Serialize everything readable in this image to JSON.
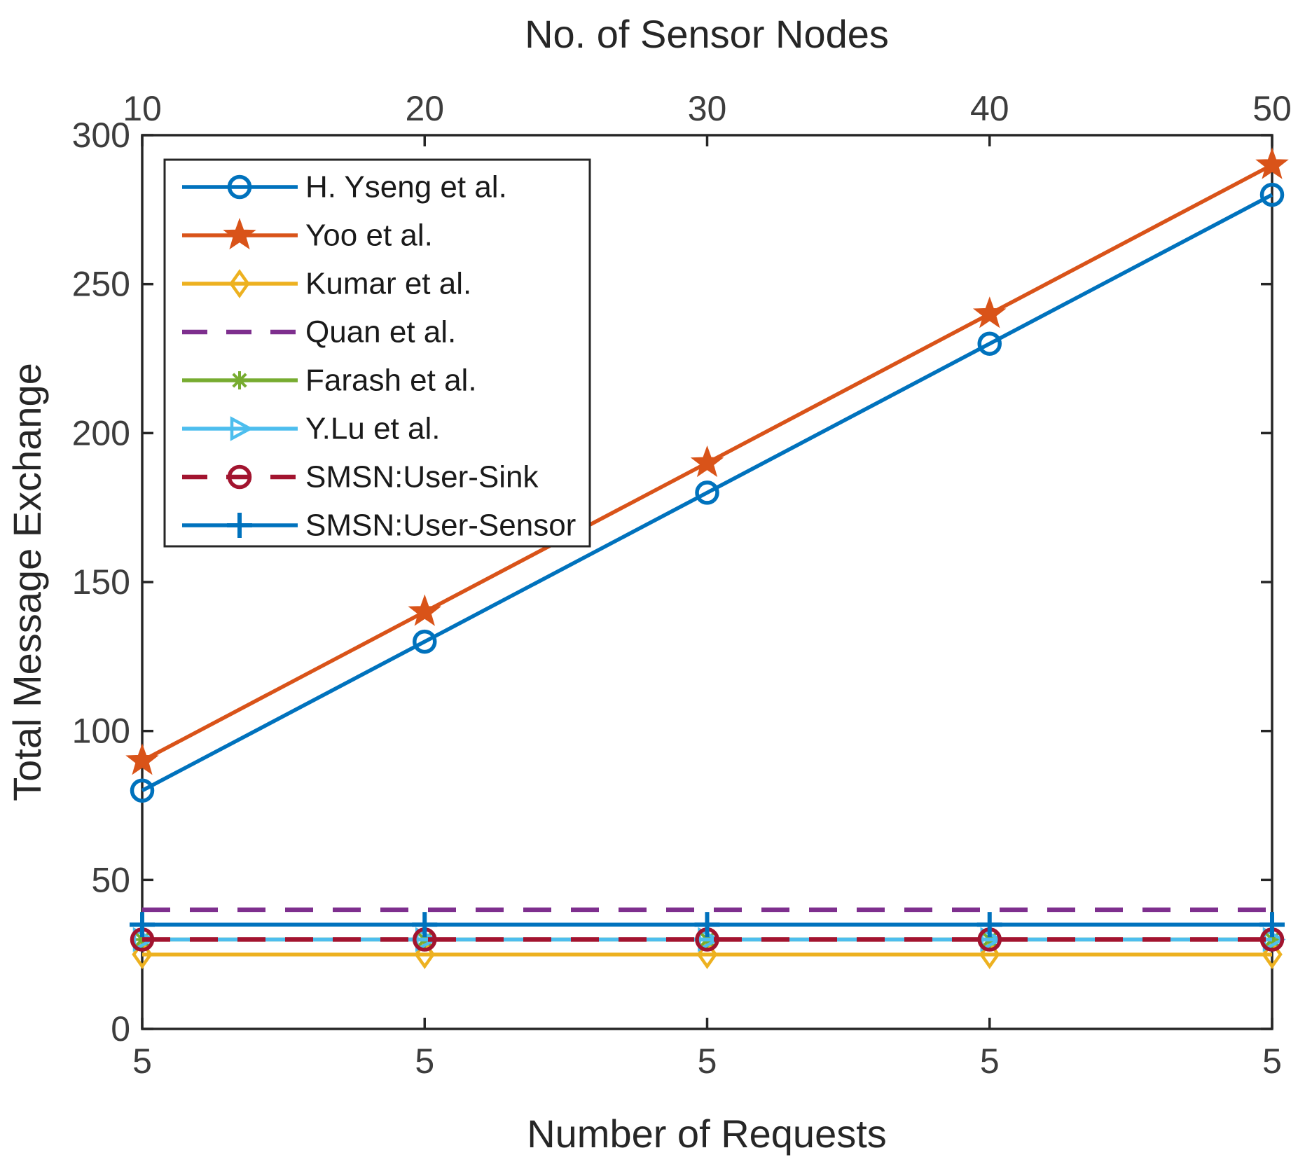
{
  "chart_data": {
    "type": "line",
    "top_axis": {
      "label": "No. of Sensor Nodes",
      "ticks": [
        "10",
        "20",
        "30",
        "40",
        "50"
      ]
    },
    "bottom_axis": {
      "label": "Number of Requests",
      "tick_labels": [
        "5",
        "5",
        "5",
        "5",
        "5"
      ]
    },
    "y_axis": {
      "label": "Total Message Exchange",
      "ticks": [
        "0",
        "50",
        "100",
        "150",
        "200",
        "250",
        "300"
      ],
      "range": [
        0,
        300
      ]
    },
    "x_index": [
      10,
      20,
      30,
      40,
      50
    ],
    "grid": false,
    "legend_position": "top-left",
    "style": {
      "axis_color": "#262626",
      "tick_text_color": "#3d3d3d",
      "background": "#ffffff"
    },
    "series": [
      {
        "name": "H. Yseng et al.",
        "color": "#0072BD",
        "style": "solid",
        "marker": "circle",
        "values": [
          80,
          130,
          180,
          230,
          280
        ]
      },
      {
        "name": "Yoo et al.",
        "color": "#D95319",
        "style": "solid",
        "marker": "star",
        "values": [
          90,
          140,
          190,
          240,
          290
        ]
      },
      {
        "name": "Kumar et al.",
        "color": "#EDB120",
        "style": "solid",
        "marker": "diamond",
        "values": [
          25,
          25,
          25,
          25,
          25
        ]
      },
      {
        "name": "Quan et al.",
        "color": "#7E2F8E",
        "style": "dashed",
        "marker": "none",
        "values": [
          40,
          40,
          40,
          40,
          40
        ]
      },
      {
        "name": "Farash et al.",
        "color": "#77AC30",
        "style": "solid",
        "marker": "asterisk",
        "values": [
          30,
          30,
          30,
          30,
          30
        ]
      },
      {
        "name": "Y.Lu et al.",
        "color": "#4DBEEE",
        "style": "solid",
        "marker": "triangle-right",
        "values": [
          30,
          30,
          30,
          30,
          30
        ]
      },
      {
        "name": "SMSN:User-Sink",
        "color": "#A2142F",
        "style": "dashed",
        "marker": "circle",
        "values": [
          30,
          30,
          30,
          30,
          30
        ]
      },
      {
        "name": "SMSN:User-Sensor",
        "color": "#0072BD",
        "style": "solid",
        "marker": "plus",
        "values": [
          35,
          35,
          35,
          35,
          35
        ]
      }
    ]
  }
}
